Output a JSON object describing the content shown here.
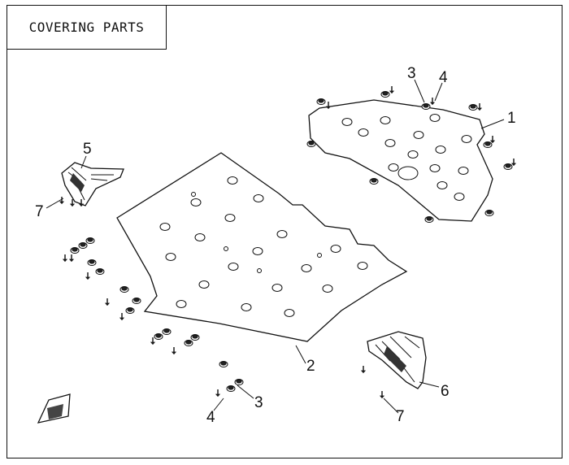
{
  "title": "COVERING PARTS",
  "callouts": {
    "c1": "1",
    "c2": "2",
    "c3a": "3",
    "c3b": "3",
    "c4a": "4",
    "c4b": "4",
    "c5": "5",
    "c6": "6",
    "c7a": "7",
    "c7b": "7"
  }
}
